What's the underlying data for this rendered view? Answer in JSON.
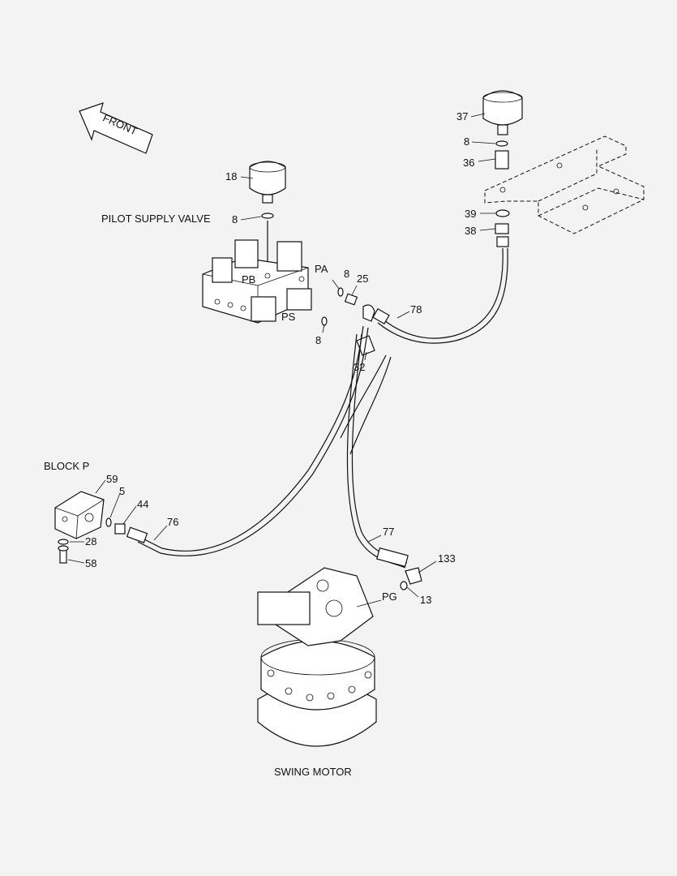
{
  "labels": {
    "front": "FRONT",
    "pilot_supply_valve": "PILOT SUPPLY VALVE",
    "block_p": "BLOCK  P",
    "swing_motor": "SWING MOTOR",
    "pa": "PA",
    "pb": "PB",
    "ps": "PS",
    "pg": "PG"
  },
  "callouts": [
    {
      "id": "c18",
      "text": "18"
    },
    {
      "id": "c8a",
      "text": "8"
    },
    {
      "id": "c8b",
      "text": "8"
    },
    {
      "id": "c25",
      "text": "25"
    },
    {
      "id": "c8c",
      "text": "8"
    },
    {
      "id": "c78",
      "text": "78"
    },
    {
      "id": "c32",
      "text": "32"
    },
    {
      "id": "c37",
      "text": "37"
    },
    {
      "id": "c8d",
      "text": "8"
    },
    {
      "id": "c36",
      "text": "36"
    },
    {
      "id": "c39",
      "text": "39"
    },
    {
      "id": "c38",
      "text": "38"
    },
    {
      "id": "c59",
      "text": "59"
    },
    {
      "id": "c5",
      "text": "5"
    },
    {
      "id": "c44",
      "text": "44"
    },
    {
      "id": "c76",
      "text": "76"
    },
    {
      "id": "c28",
      "text": "28"
    },
    {
      "id": "c58",
      "text": "58"
    },
    {
      "id": "c77",
      "text": "77"
    },
    {
      "id": "c133",
      "text": "133"
    },
    {
      "id": "c13",
      "text": "13"
    }
  ]
}
